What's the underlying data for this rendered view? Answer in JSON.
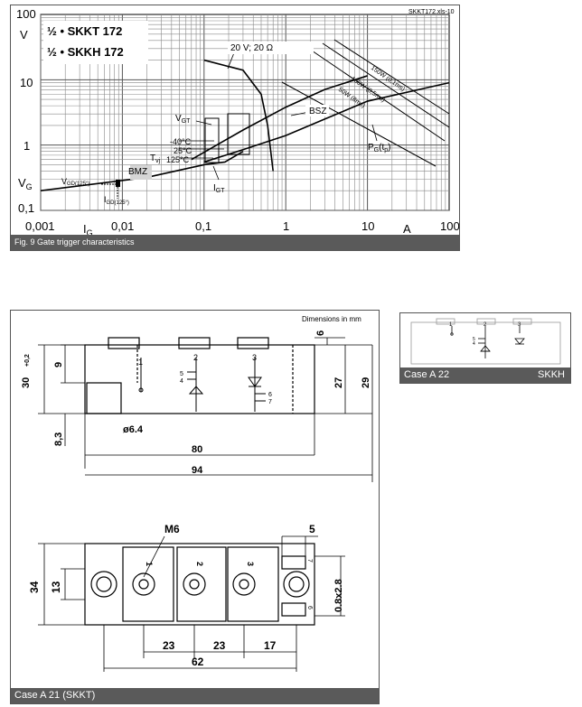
{
  "chart_data": {
    "type": "line",
    "file_label": "SKKT172.xls-10",
    "x_scale": "log",
    "y_scale": "log",
    "xlim": [
      0.001,
      100
    ],
    "ylim": [
      0.1,
      100
    ],
    "x_tick_labels": [
      "0,001",
      "0,01",
      "0,1",
      "1",
      "10",
      "100"
    ],
    "y_tick_labels": [
      "100",
      "10",
      "1",
      "0,1"
    ],
    "xlabel": "I",
    "xlabel_sub": "G",
    "xunit": "A",
    "ylabel": "V",
    "ylabel_sub": "G",
    "yunit": "V",
    "title_lines": [
      "½ • SKKT 172",
      "½ • SKKH 172"
    ],
    "annotations": {
      "source": "20 V; 20 Ω",
      "vgt": "V",
      "vgt_sub": "GT",
      "igt": "I",
      "igt_sub": "GT",
      "bsz": "BSZ",
      "bmz": "BMZ",
      "tvj": "T",
      "tvj_sub": "vj",
      "temps": [
        "-40°C",
        "25°C",
        "125°C"
      ],
      "vgd": "V",
      "vgd_sub": "GD(125°)",
      "igd": "I",
      "igd_sub": "GD(125°)",
      "pg": "P",
      "pg_sub": "G",
      "pg_arg": "(t",
      "pg_arg_sub": "p",
      "pg_close": ")",
      "power_lines": [
        "150W (0,1ms)",
        "100W (0,5ms)",
        "50W (8ms)"
      ]
    },
    "series": [
      {
        "values": [
          [
            0.1,
            0.55
          ],
          [
            0.3,
            0.85
          ],
          [
            1,
            1.4
          ],
          [
            3,
            2.5
          ],
          [
            10,
            4.7
          ],
          [
            100,
            9
          ]
        ]
      },
      {
        "values": [
          [
            0.07,
            0.6
          ],
          [
            0.3,
            1.7
          ],
          [
            1,
            3.8
          ],
          [
            3,
            7.1
          ],
          [
            10,
            11.5
          ]
        ]
      },
      {
        "values": [
          [
            0.001,
            0.2
          ],
          [
            0.02,
            0.32
          ],
          [
            0.1,
            0.5
          ],
          [
            0.18,
            0.55
          ],
          [
            0.3,
            0.8
          ]
        ]
      },
      {
        "values": [
          [
            0.1,
            20
          ],
          [
            0.3,
            14
          ],
          [
            0.5,
            6
          ],
          [
            0.6,
            2
          ],
          [
            0.7,
            0.4
          ]
        ]
      }
    ],
    "caption": "Fig. 9 Gate trigger characteristics",
    "caption_bg": "#5a5a5a"
  },
  "drawing_a21": {
    "units_note": "Dimensions in mm",
    "side_dims": [
      "30",
      "+0,2",
      "9",
      "8,3",
      "ø6.4",
      "80",
      "94",
      "6",
      "27",
      "29"
    ],
    "top_dims": [
      "M6",
      "5",
      "34",
      "13",
      "0.8x2.8",
      "23",
      "23",
      "17",
      "62"
    ],
    "pins_side": [
      "1",
      "2",
      "3",
      "5",
      "4",
      "6",
      "7"
    ],
    "pins_top": [
      "1",
      "2",
      "3",
      "7",
      "6"
    ],
    "caption": "Case A 21 (SKKT)"
  },
  "drawing_a22": {
    "pins": [
      "1",
      "2",
      "3",
      "5",
      "4"
    ],
    "caption_left": "Case A 22",
    "caption_right": "SKKH"
  },
  "colors": {
    "caption": "#5a5a5a",
    "frame": "#555555"
  }
}
